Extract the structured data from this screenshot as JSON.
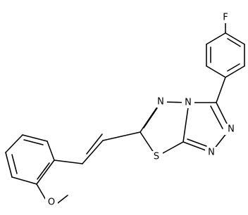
{
  "molecule": {
    "atoms": {
      "F": "F",
      "N_triazole_top": "N",
      "N_triazole_right": "N",
      "N_triazole_bottom": "N",
      "N_thiadiazole": "N",
      "S": "S",
      "O": "O"
    }
  }
}
